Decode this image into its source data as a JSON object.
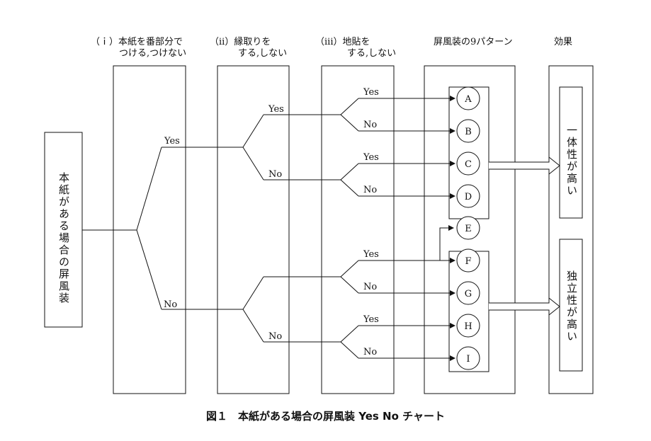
{
  "columns": {
    "c1_line1": "（ｉ）本紙を番部分で",
    "c1_line2": "つける,つけない",
    "c2_line1": "（ii）縁取りを",
    "c2_line2": "する,しない",
    "c3_line1": "（iii）地貼を",
    "c3_line2": "する,しない",
    "c4": "屏風装の9パターン",
    "c5": "効果"
  },
  "start_box": "本紙がある場合の屏風装",
  "branch_labels": {
    "yes": "Yes",
    "no": "No"
  },
  "patterns": [
    "A",
    "B",
    "C",
    "D",
    "E",
    "F",
    "G",
    "H",
    "I"
  ],
  "effects": {
    "top": "一体性が高い",
    "bottom": "独立性が高い"
  },
  "caption": "図１　本紙がある場合の屏風装 Yes No チャート"
}
